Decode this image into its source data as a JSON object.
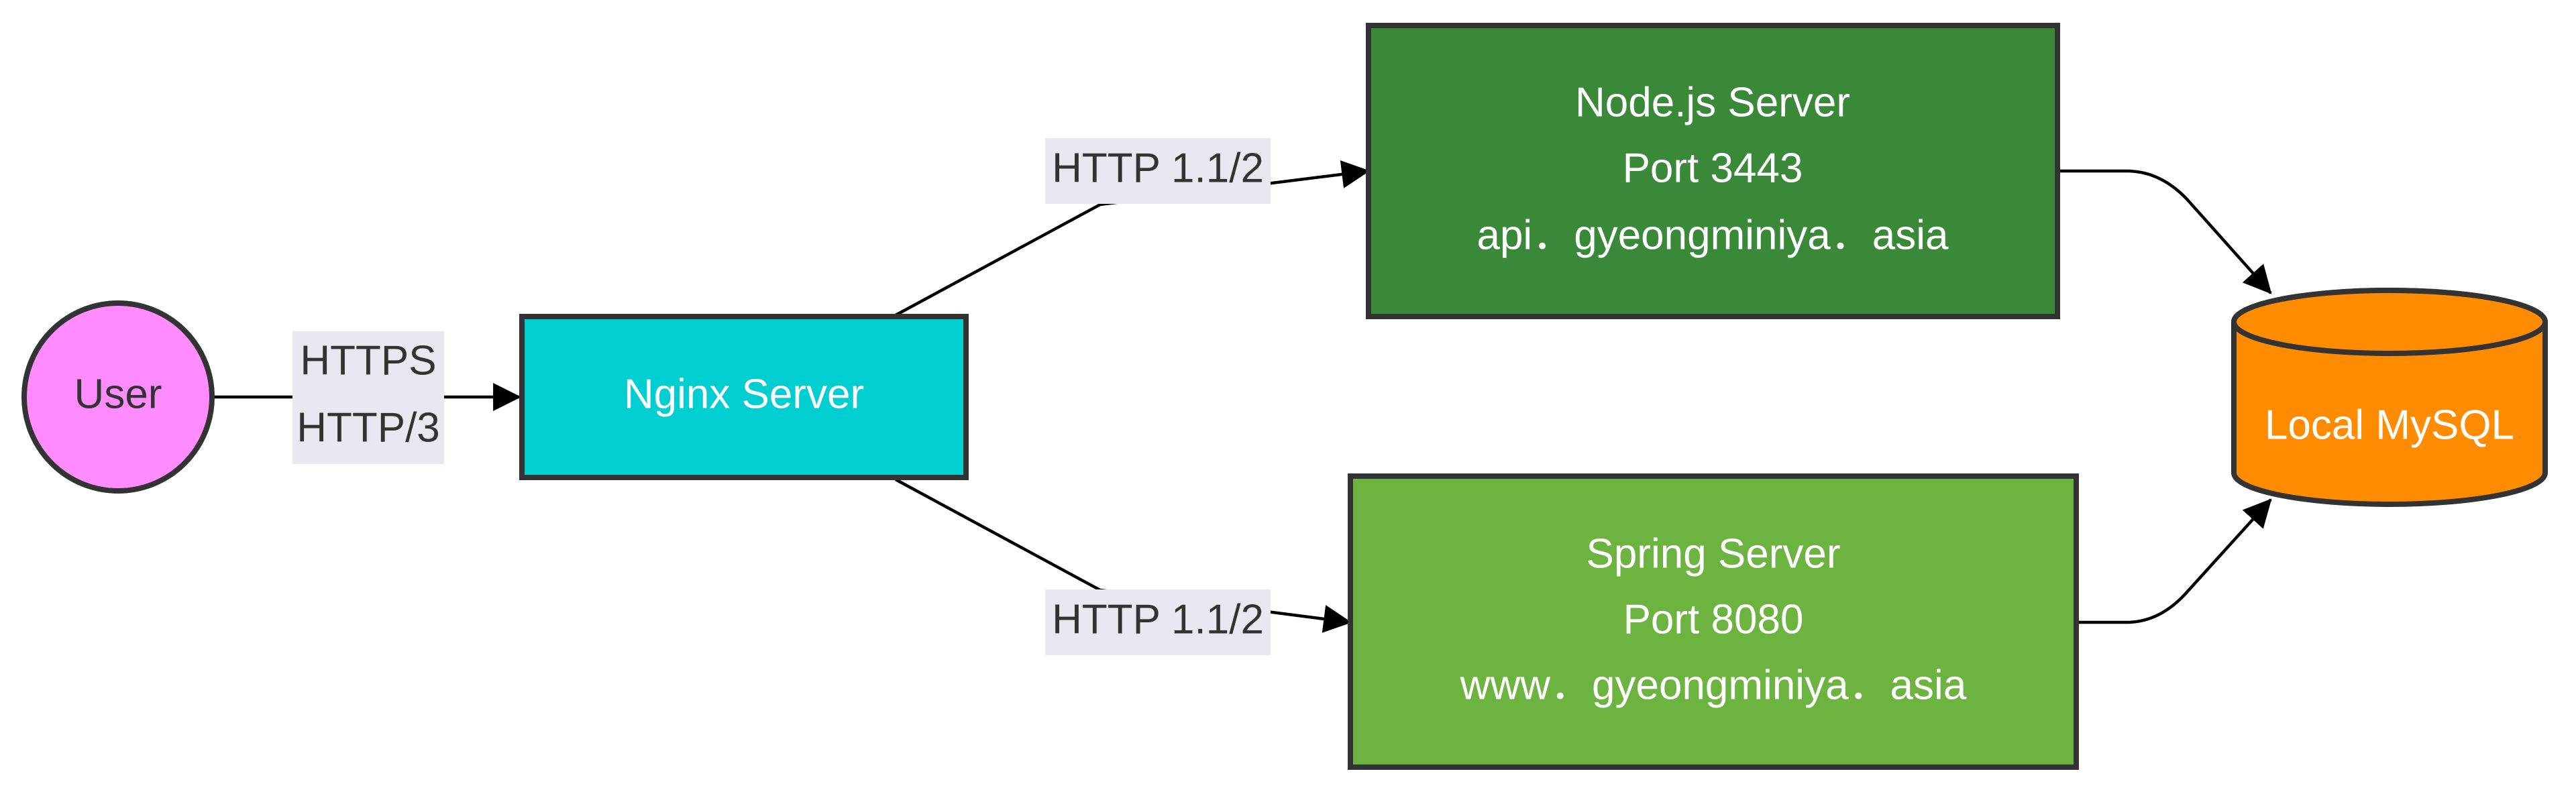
{
  "nodes": {
    "user": {
      "label": "User",
      "color": "#ff8cff"
    },
    "nginx": {
      "label": "Nginx Server",
      "color": "#00ced1"
    },
    "node": {
      "lines": [
        "Node.js Server",
        "Port 3443",
        "api．gyeongminiya．asia"
      ],
      "color": "#3a8939"
    },
    "spring": {
      "lines": [
        "Spring Server",
        "Port 8080",
        "www．gyeongminiya．asia"
      ],
      "color": "#6cb43f"
    },
    "mysql": {
      "label": "Local MySQL",
      "color": "#ff8c00"
    }
  },
  "edges": {
    "user_nginx": {
      "lines": [
        "HTTPS",
        "HTTP/3"
      ]
    },
    "nginx_node": {
      "label": "HTTP 1.1/2"
    },
    "nginx_spring": {
      "label": "HTTP 1.1/2"
    }
  },
  "colors": {
    "label_bg": "#e8e8f0",
    "border": "#333333",
    "edge": "#000000",
    "light_text": "#ffffff",
    "dark_text": "#333333"
  }
}
